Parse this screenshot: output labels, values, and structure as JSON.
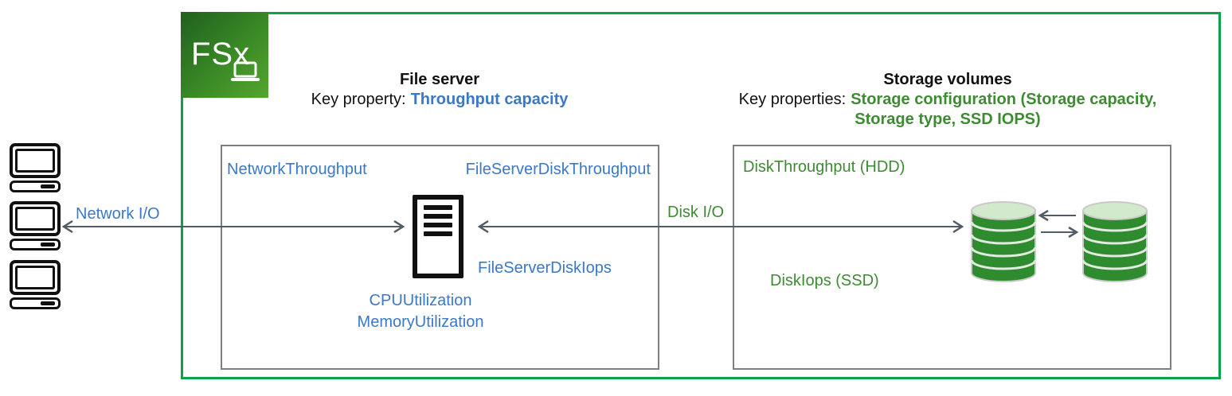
{
  "logo": {
    "label": "FSx"
  },
  "headings": {
    "file_server": {
      "title": "File server",
      "key_label": "Key property:",
      "key_value": "Throughput capacity"
    },
    "storage": {
      "title": "Storage volumes",
      "key_label": "Key properties:",
      "key_value": "Storage configuration (Storage capacity, Storage type, SSD IOPS)"
    }
  },
  "file_server_box": {
    "metrics": {
      "network_throughput": "NetworkThroughput",
      "file_server_disk_throughput": "FileServerDiskThroughput",
      "file_server_disk_iops": "FileServerDiskIops",
      "cpu_utilization": "CPUUtilization",
      "memory_utilization": "MemoryUtilization"
    }
  },
  "storage_box": {
    "metrics": {
      "disk_throughput_hdd": "DiskThroughput (HDD)",
      "disk_iops_ssd": "DiskIops (SSD)"
    }
  },
  "arrows": {
    "network_io": "Network I/O",
    "disk_io": "Disk I/O"
  },
  "icons": {
    "logo": "fsx-logo",
    "clients": "client-computer-icon",
    "server": "file-server-icon",
    "disks": "storage-disk-icon"
  },
  "colors": {
    "outer_border_green": "#0ba24e",
    "text_blue": "#3b78c8",
    "text_green": "#3e8b33",
    "box_border_gray": "#7f7f7f",
    "arrow_gray": "#515c66",
    "disk_body_green": "#2e8b2e",
    "disk_top_green": "#d2e9cb"
  }
}
